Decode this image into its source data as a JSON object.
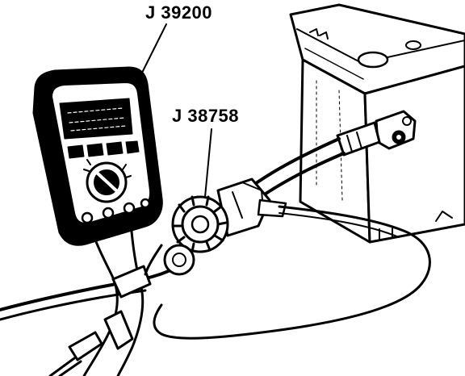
{
  "callouts": {
    "meter_tool": "J 39200",
    "adapter_tool": "J 38758"
  },
  "icons": [
    "digital-multimeter",
    "battery",
    "battery-terminal-clamp",
    "current-adapter-switch",
    "test-leads",
    "battery-cable"
  ],
  "colors": {
    "ink": "#000000",
    "paper": "#ffffff"
  }
}
